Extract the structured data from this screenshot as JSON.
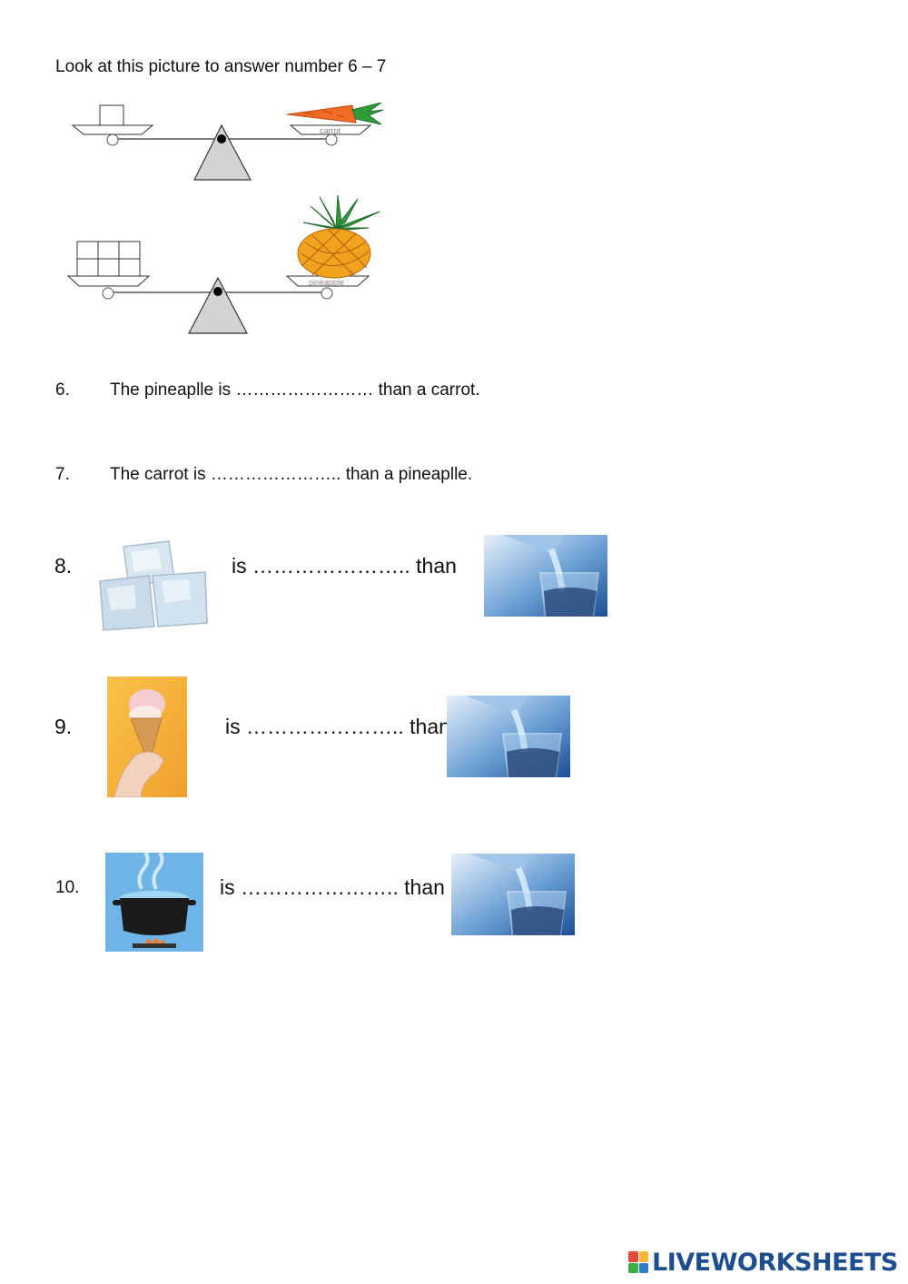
{
  "instruction": "Look at this picture to answer number 6 – 7",
  "scales": [
    {
      "item_label": "carrot",
      "item_icon": "carrot-icon",
      "weight_blocks": 1
    },
    {
      "item_label": "pineapple",
      "item_icon": "pineapple-icon",
      "weight_blocks": 6
    }
  ],
  "questions": [
    {
      "number": "6.",
      "text": "The pineaplle is …………………… than a carrot."
    },
    {
      "number": "7.",
      "text": "The carrot is ………………….. than a pineaplle."
    },
    {
      "number": "8.",
      "left_image": "ice-cubes-icon",
      "text": "is ………………….. than",
      "right_image": "water-glass-icon"
    },
    {
      "number": "9.",
      "left_image": "ice-cream-icon",
      "text": "is ………………….. than",
      "right_image": "water-glass-icon"
    },
    {
      "number": "10.",
      "left_image": "boiling-pot-icon",
      "text": "is ………………….. than",
      "right_image": "water-glass-icon"
    }
  ],
  "brand": {
    "name": "LIVEWORKSHEETS",
    "color": "#1d4f8e",
    "mark_colors": [
      "#e64a3b",
      "#f5b731",
      "#3fae49",
      "#2f7cc9"
    ]
  }
}
